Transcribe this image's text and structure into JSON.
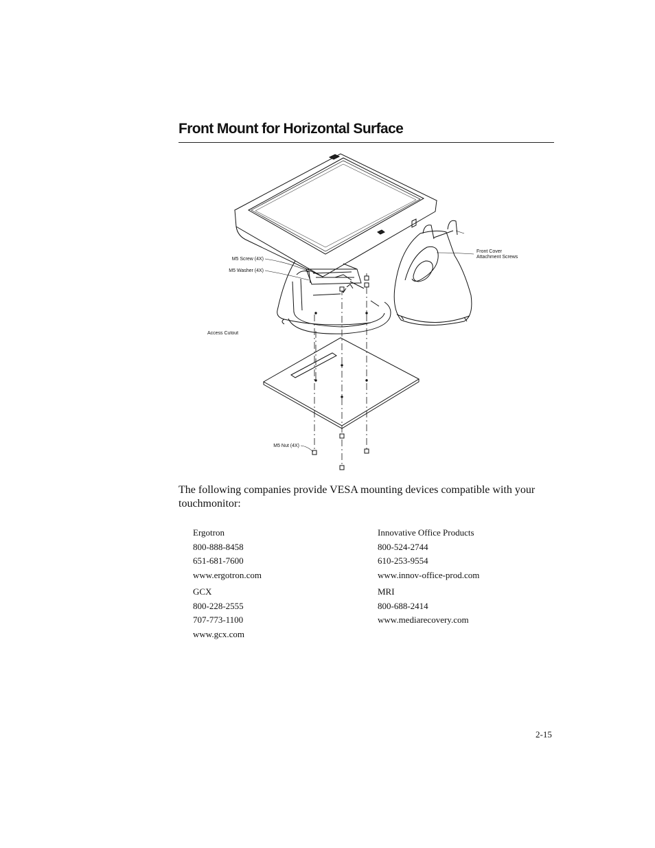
{
  "page": {
    "title": "Front Mount for Horizontal Surface",
    "page_number": "2-15"
  },
  "figure": {
    "callouts": {
      "screw": "M5 Screw (4X)",
      "washer": "M5 Washer (4X)",
      "cutout": "Access Cutout",
      "nut": "M5 Nut (4X)",
      "cover_line1": "Front Cover",
      "cover_line2": "Attachment Screws"
    }
  },
  "intro": "The following companies provide VESA mounting devices compatible with your touchmonitor:",
  "vendors": [
    {
      "name": "Ergotron",
      "lines": [
        "800-888-8458",
        "651-681-7600",
        "www.ergotron.com"
      ]
    },
    {
      "name": "Innovative Office Products",
      "lines": [
        "800-524-2744",
        "610-253-9554",
        "www.innov-office-prod.com"
      ]
    },
    {
      "name": "GCX",
      "lines": [
        "800-228-2555",
        "707-773-1100",
        "www.gcx.com"
      ]
    },
    {
      "name": "MRI",
      "lines": [
        "800-688-2414",
        "www.mediarecovery.com"
      ]
    }
  ]
}
